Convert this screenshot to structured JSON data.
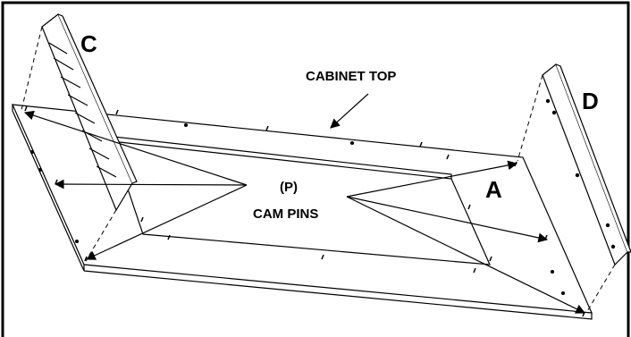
{
  "labels": {
    "part_c": "C",
    "part_d": "D",
    "part_a": "A",
    "cabinet_top": "CABINET TOP",
    "cam_pins_code": "(P)",
    "cam_pins": "CAM PINS"
  },
  "colors": {
    "line": "#000000",
    "background": "#ffffff"
  }
}
